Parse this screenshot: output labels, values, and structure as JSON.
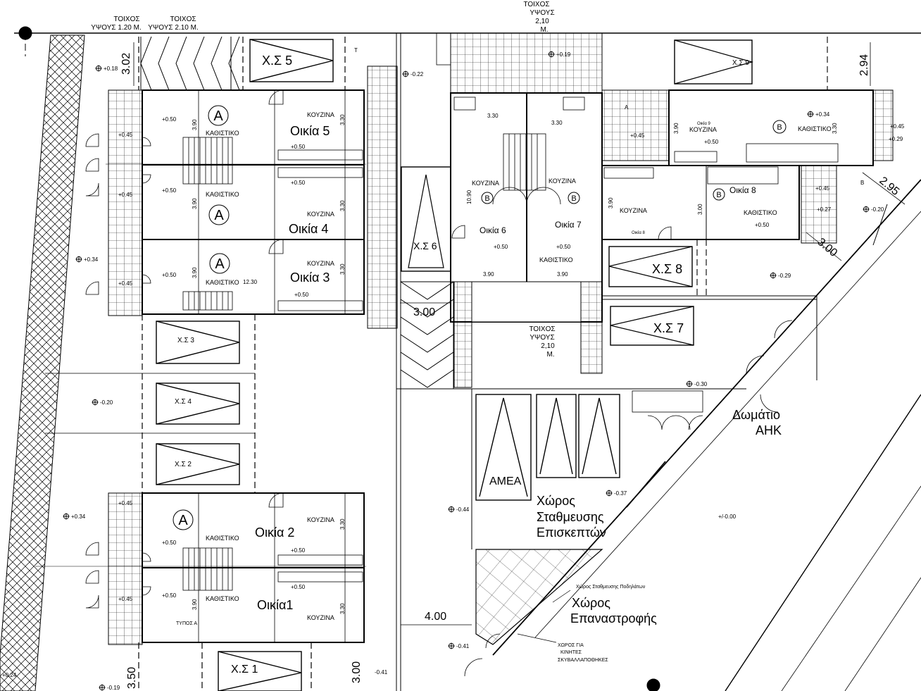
{
  "walls": {
    "w1": [
      "ΤΟΙΧΟΣ",
      "ΥΨΟΥΣ 1.20 Μ."
    ],
    "w2": [
      "ΤΟΙΧΟΣ",
      "ΥΨΟΥΣ 2.10 Μ."
    ],
    "w3": [
      "ΤΟΙΧΟΣ",
      "ΥΨΟΥΣ",
      "2,10",
      "Μ."
    ],
    "w4": [
      "ΤΟΙΧΟΣ",
      "ΥΨΟΥΣ",
      "2,10",
      "Μ."
    ]
  },
  "houses": {
    "h1": "Οικία1",
    "h2": "Οικία 2",
    "h3": "Οικία 3",
    "h4": "Οικία 4",
    "h5": "Οικία 5",
    "h6": "Οικία 6",
    "h7": "Οικία 7",
    "h8": "Οικία 8",
    "h8small": "Οικία 8",
    "h9small": "Οικία 9"
  },
  "types": {
    "a": "A",
    "b": "B"
  },
  "rooms": {
    "kitchen": "ΚΟΥΖΙΝΑ",
    "living": "ΚΑΘΙΣΤΙΚΟ",
    "living_caps": "ΚΑΘΙΣΤΙΚΟ",
    "type_a": "ΤΥΠΟΣ Α"
  },
  "parking": {
    "p1": "Χ.Σ 1",
    "p2": "Χ.Σ 2",
    "p3": "Χ.Σ 3",
    "p4": "Χ.Σ 4",
    "p5": "Χ.Σ 5",
    "p6": "Χ.Σ 6",
    "p7": "Χ.Σ 7",
    "p8": "Χ.Σ 8",
    "p9": "Χ.Σ 9",
    "amea": "ΑΜΕΑ"
  },
  "areas": {
    "visitors": [
      "Χώρος",
      "Σταθμευσης",
      "Επισκεπτών"
    ],
    "turning": [
      "Χώρος",
      "Επαναστροφής"
    ],
    "ahk": [
      "Δωμάτιο",
      "ΑΗΚ"
    ],
    "bikes": "Χώρος Σταθμευσης Ποδηλάτων",
    "bins": [
      "ΧΩΡΟΣ ΓΙΑ",
      "ΚΙΝΗΤΕΣ",
      "ΣΚΥΒΑΛΛΑΠΟΘΗΚΕΣ"
    ]
  },
  "dims": {
    "d302": "3.02",
    "d294": "2.94",
    "d295": "2.95",
    "d300a": "3.00",
    "d300b": "3.00",
    "d400": "4.00",
    "d350": "3.50",
    "d300c": "3.00",
    "d390": "3.90",
    "d330": "3.30",
    "d1090": "10.90",
    "d1230": "12.30"
  },
  "levels": {
    "l018": "+0.18",
    "l045": "+0.45",
    "l050": "+0.50",
    "l034": "+0.34",
    "l020": "-0.20",
    "l022": "-0.22",
    "l019": "+0.19",
    "l029": "-0.29",
    "l030": "-0.30",
    "l037": "-0.37",
    "l044": "-0.44",
    "l041": "-0.41",
    "l000": "+/-0.00",
    "l024": "+0.24",
    "l019n": "-0.19",
    "l027": "+0.27",
    "l029p": "+0.29",
    "lT": "T",
    "lA": "A",
    "lB": "B"
  }
}
